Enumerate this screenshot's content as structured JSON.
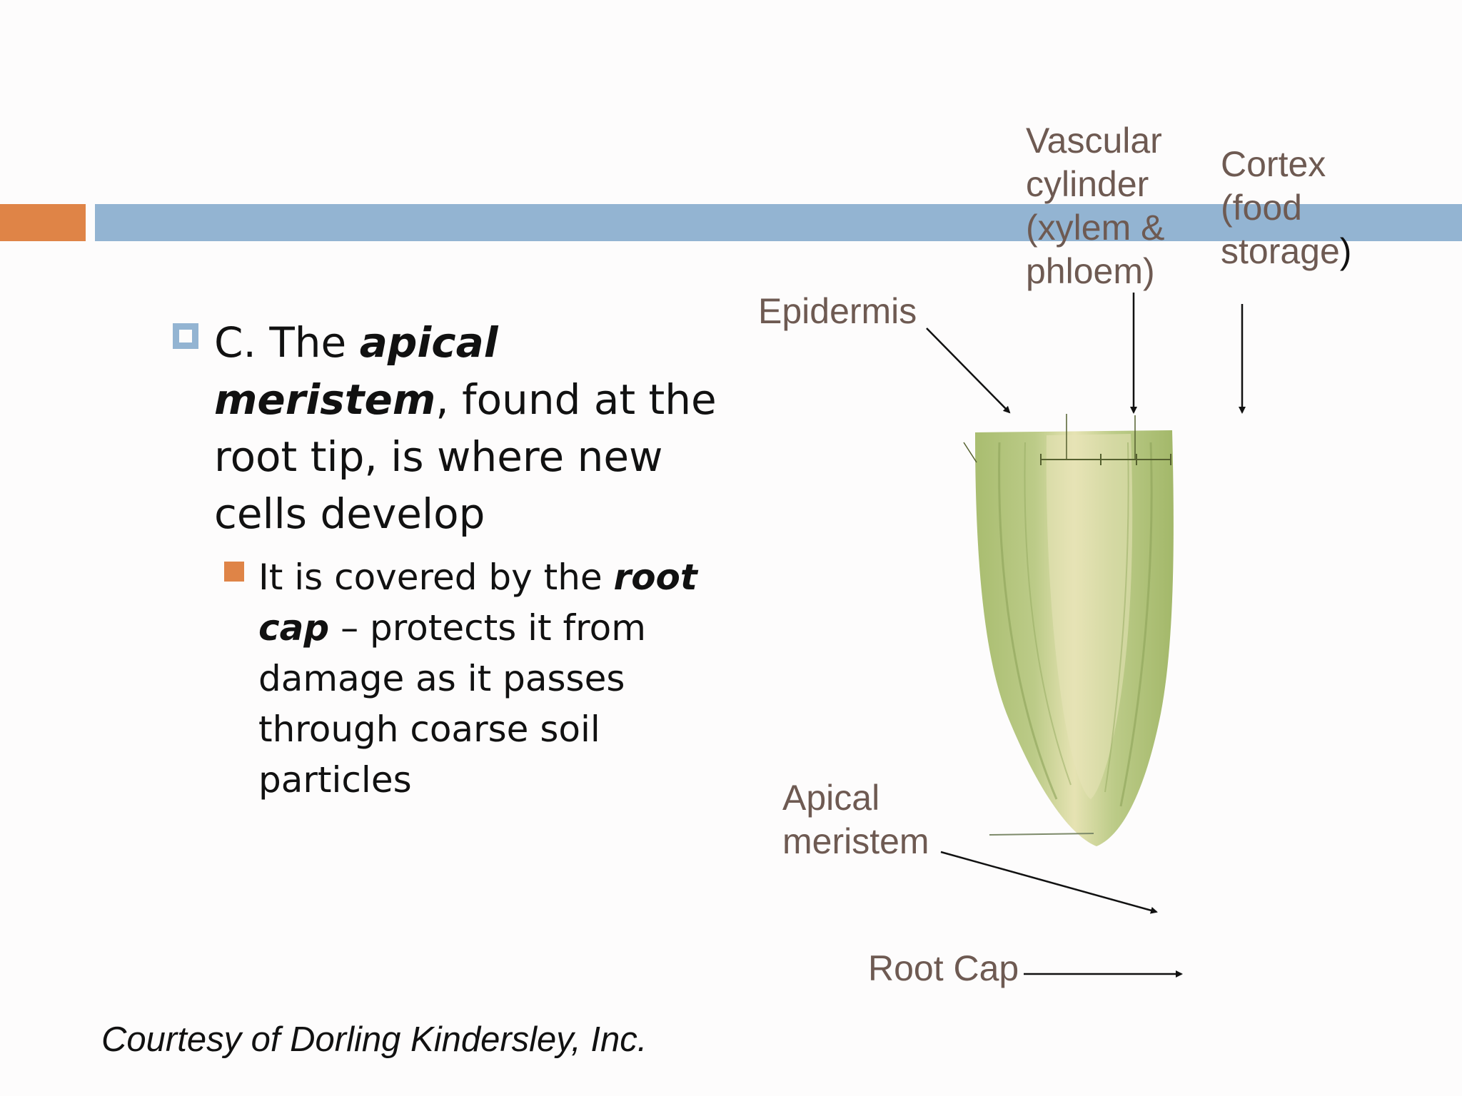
{
  "slide": {
    "bullet_main": {
      "prefix": "C.  The ",
      "emphasis": "apical meristem",
      "rest": ", found at the root tip, is where new cells develop"
    },
    "bullet_sub": {
      "prefix": "It is covered by the ",
      "emphasis": "root cap",
      "rest": " – protects it from damage as it passes through coarse soil particles"
    },
    "labels": {
      "vascular": "Vascular\ncylinder\n(xylem &\nphloem)",
      "cortex": "Cortex\n(food\nstorage",
      "cortex_paren": ")",
      "epidermis": "Epidermis",
      "apical": "Apical\nmeristem",
      "root_cap": "Root Cap"
    },
    "credit": "Courtesy of Dorling Kindersley, Inc."
  },
  "colors": {
    "accent_orange": "#df8447",
    "accent_blue": "#93b4d2",
    "label_brown": "#6e5a52",
    "root_green": "#b3c47f"
  }
}
